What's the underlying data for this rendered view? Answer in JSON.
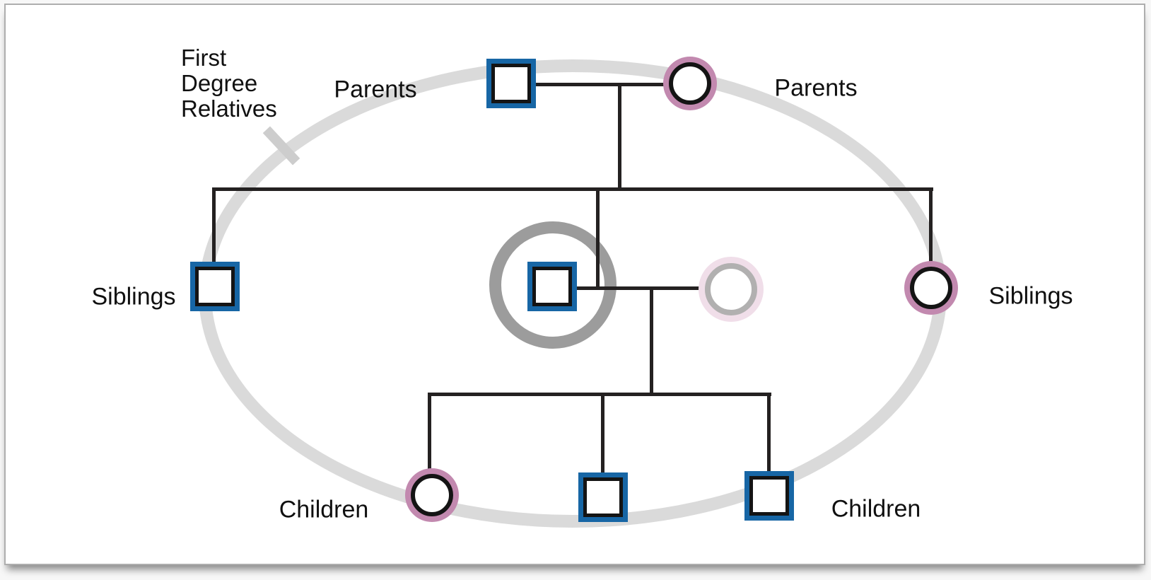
{
  "diagram": {
    "type": "pedigree",
    "title_lines": [
      "First",
      "Degree",
      "Relatives"
    ],
    "labels": {
      "parents_left": "Parents",
      "parents_right": "Parents",
      "siblings_left": "Siblings",
      "siblings_right": "Siblings",
      "children_left": "Children",
      "children_right": "Children"
    },
    "colors": {
      "male_symbol_border": "#1766a5",
      "female_symbol_border": "#c289af",
      "symbol_inner_border": "#141414",
      "relationship_line": "#242121",
      "first_degree_ellipse": "#dadada",
      "proband_highlight_ring": "#9c9c9c",
      "non_first_degree_spouse_outer": "#f0dee9",
      "non_first_degree_spouse_inner": "#b1b0b0",
      "symbol_fill": "#ffffff"
    },
    "members": [
      {
        "id": "father",
        "generation": "parents",
        "shape": "square",
        "sex": "male"
      },
      {
        "id": "mother",
        "generation": "parents",
        "shape": "circle",
        "sex": "female"
      },
      {
        "id": "brother",
        "generation": "siblings",
        "shape": "square",
        "sex": "male"
      },
      {
        "id": "proband",
        "generation": "siblings",
        "shape": "square",
        "sex": "male",
        "highlighted": true
      },
      {
        "id": "spouse",
        "generation": "siblings",
        "shape": "circle",
        "sex": "female",
        "first_degree": false
      },
      {
        "id": "sister",
        "generation": "siblings",
        "shape": "circle",
        "sex": "female"
      },
      {
        "id": "daughter",
        "generation": "children",
        "shape": "circle",
        "sex": "female"
      },
      {
        "id": "son-1",
        "generation": "children",
        "shape": "square",
        "sex": "male"
      },
      {
        "id": "son-2",
        "generation": "children",
        "shape": "square",
        "sex": "male"
      }
    ]
  }
}
